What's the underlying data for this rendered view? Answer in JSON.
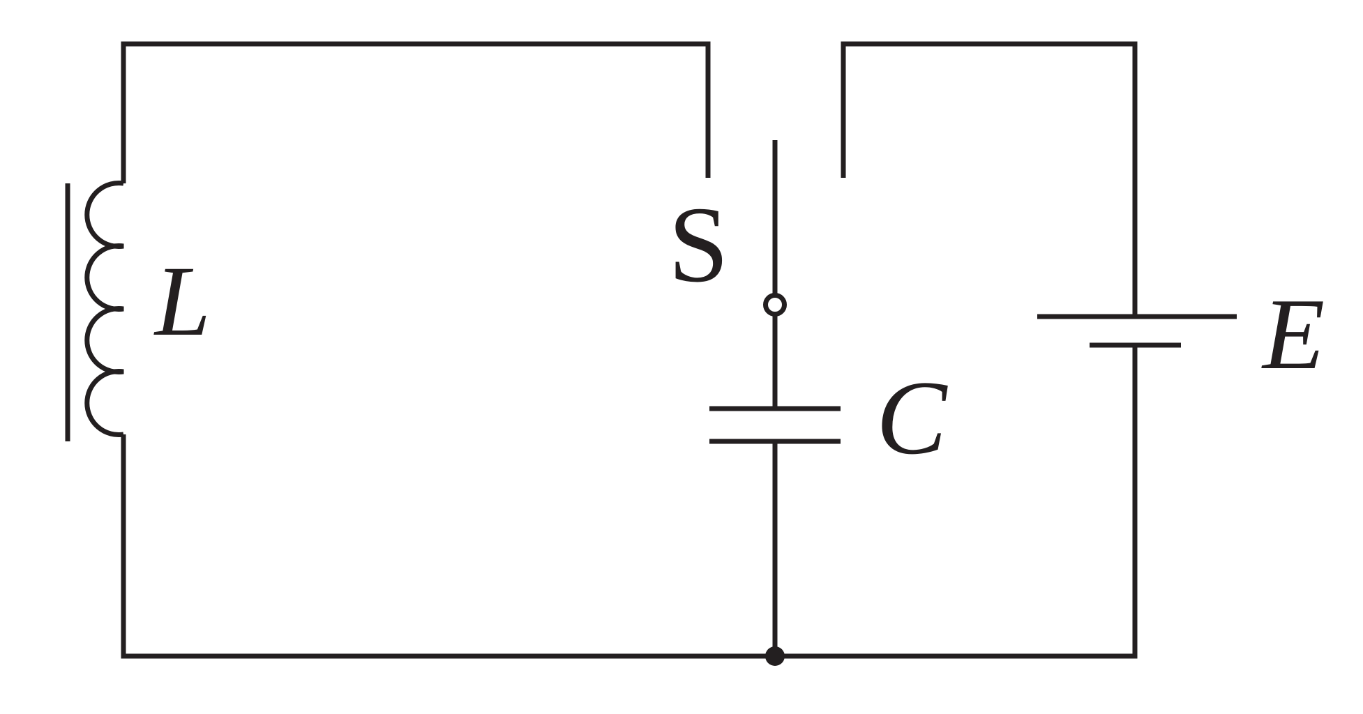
{
  "figure": {
    "kind": "LC-circuit-with-switch-and-battery",
    "background": "#ffffff",
    "line_color": "#231f20"
  },
  "labels": {
    "inductor": "L",
    "switch": "S",
    "capacitor": "C",
    "battery": "E"
  },
  "components": [
    {
      "id": "inductor",
      "label": "L",
      "symbol": "coil-with-core-bar"
    },
    {
      "id": "switch",
      "label": "S",
      "symbol": "open-pivot-switch"
    },
    {
      "id": "capacitor",
      "label": "C",
      "symbol": "parallel-plates"
    },
    {
      "id": "battery",
      "label": "E",
      "symbol": "long-short-plate-cell"
    }
  ]
}
